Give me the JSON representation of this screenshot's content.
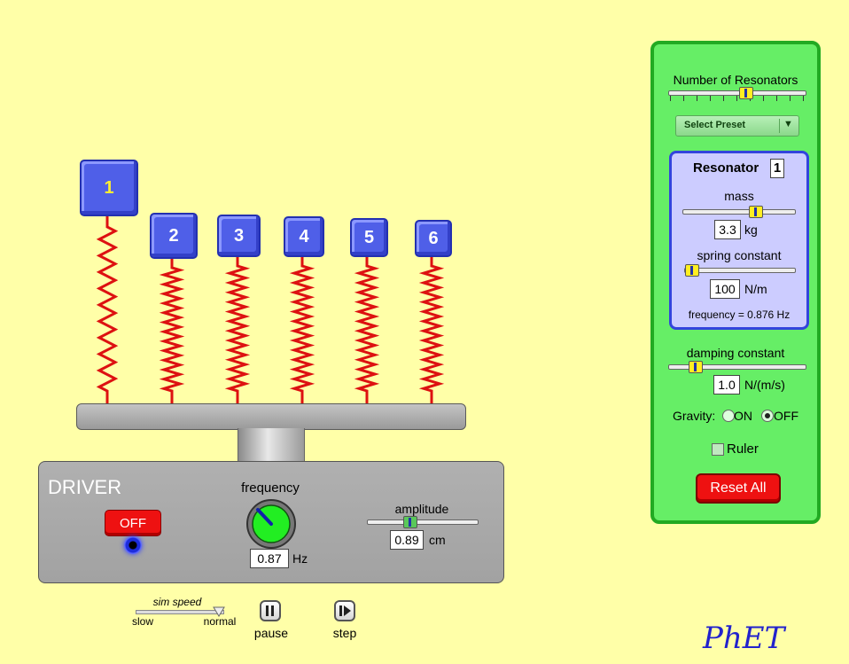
{
  "resonators": [
    {
      "label": "1",
      "selected": true
    },
    {
      "label": "2",
      "selected": false
    },
    {
      "label": "3",
      "selected": false
    },
    {
      "label": "4",
      "selected": false
    },
    {
      "label": "5",
      "selected": false
    },
    {
      "label": "6",
      "selected": false
    }
  ],
  "driver": {
    "title": "DRIVER",
    "power_button": "OFF",
    "frequency_label": "frequency",
    "frequency_value": "0.87",
    "frequency_unit": "Hz",
    "amplitude_label": "amplitude",
    "amplitude_value": "0.89",
    "amplitude_unit": "cm"
  },
  "playback": {
    "sim_speed_label": "sim speed",
    "slow_label": "slow",
    "normal_label": "normal",
    "pause_label": "pause",
    "step_label": "step"
  },
  "panel": {
    "num_resonators_label": "Number of Resonators",
    "num_resonators_value": 6,
    "preset_label": "Select Preset",
    "resonator_title": "Resonator",
    "resonator_selected": "1",
    "mass_label": "mass",
    "mass_value": "3.3",
    "mass_unit": "kg",
    "spring_label": "spring constant",
    "spring_value": "100",
    "spring_unit": "N/m",
    "frequency_readout": "frequency = 0.876 Hz",
    "damping_label": "damping constant",
    "damping_value": "1.0",
    "damping_unit": "N/(m/s)",
    "gravity_label": "Gravity:",
    "gravity_on_label": "ON",
    "gravity_off_label": "OFF",
    "gravity_state": "OFF",
    "ruler_label": "Ruler",
    "ruler_checked": false,
    "reset_label": "Reset All"
  },
  "logo": "PhET",
  "colors": {
    "background": "#ffffa8",
    "panel": "#66ee66",
    "mass_block": "#4f5fe8",
    "spring": "#dd0000",
    "button_red": "#ee1111"
  }
}
